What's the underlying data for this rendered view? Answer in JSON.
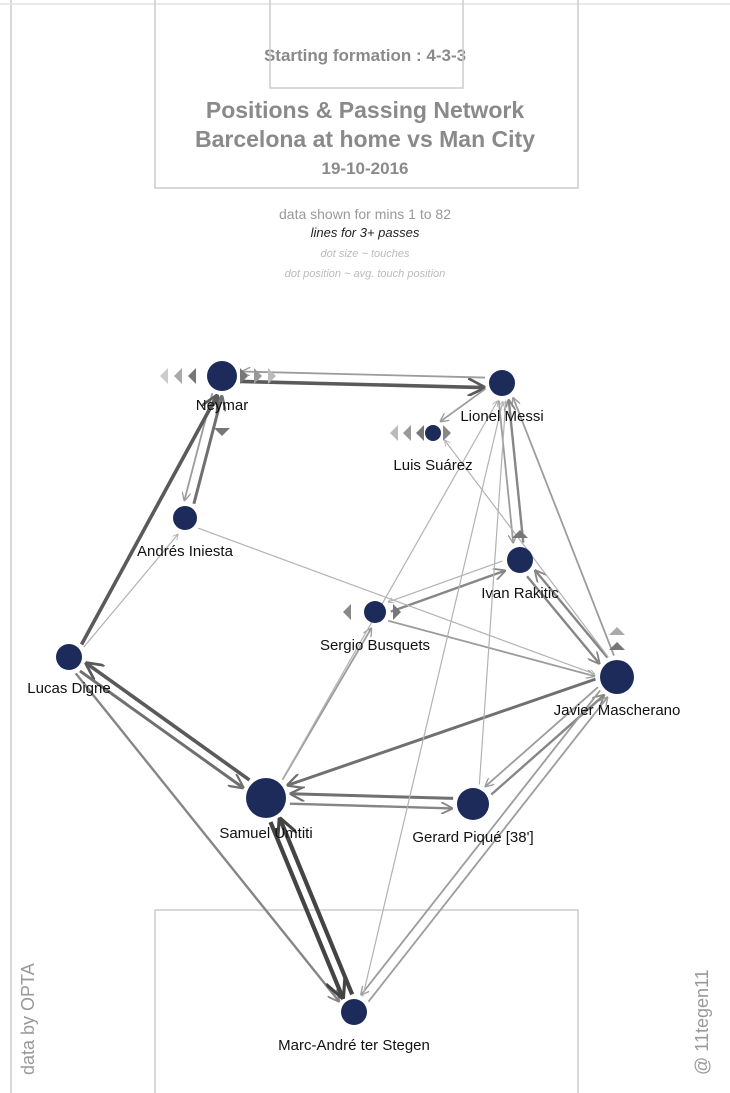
{
  "header": {
    "formation": "Starting formation : 4-3-3",
    "title_line1": "Positions & Passing Network",
    "title_line2": "Barcelona at home vs Man City",
    "date": "19-10-2016",
    "mins": "data shown for mins 1 to 82",
    "lines_note": "lines for 3+ passes",
    "dot_size_note": "dot size ~ touches",
    "dot_pos_note": "dot position ~ avg. touch position"
  },
  "credits": {
    "left": "data by OPTA",
    "right": "@ 11tegen11"
  },
  "colors": {
    "dot": "#1c2b5a",
    "line": "#555555",
    "text_gray": "#8a8a8a"
  },
  "players": [
    {
      "id": "neymar",
      "name": "Neymar"
    },
    {
      "id": "messi",
      "name": "Lionel Messi"
    },
    {
      "id": "suarez",
      "name": "Luis Suárez"
    },
    {
      "id": "iniesta",
      "name": "Andrés Iniesta"
    },
    {
      "id": "rakitic",
      "name": "Ivan Rakitic"
    },
    {
      "id": "busquets",
      "name": "Sergio Busquets"
    },
    {
      "id": "digne",
      "name": "Lucas Digne"
    },
    {
      "id": "mascherano",
      "name": "Javier Mascherano"
    },
    {
      "id": "umtiti",
      "name": "Samuel Umtiti"
    },
    {
      "id": "pique",
      "name": "Gerard Piqué [38']"
    },
    {
      "id": "terstegen",
      "name": "Marc-André ter Stegen"
    }
  ],
  "passes": [
    {
      "from": "neymar",
      "to": "messi",
      "w": 5
    },
    {
      "from": "messi",
      "to": "neymar",
      "w": 2
    },
    {
      "from": "iniesta",
      "to": "neymar",
      "w": 4
    },
    {
      "from": "neymar",
      "to": "iniesta",
      "w": 2
    },
    {
      "from": "digne",
      "to": "neymar",
      "w": 5
    },
    {
      "from": "digne",
      "to": "iniesta",
      "w": 1
    },
    {
      "from": "umtiti",
      "to": "digne",
      "w": 5
    },
    {
      "from": "digne",
      "to": "umtiti",
      "w": 4
    },
    {
      "from": "digne",
      "to": "terstegen",
      "w": 3
    },
    {
      "from": "umtiti",
      "to": "terstegen",
      "w": 6
    },
    {
      "from": "terstegen",
      "to": "umtiti",
      "w": 6
    },
    {
      "from": "umtiti",
      "to": "pique",
      "w": 3
    },
    {
      "from": "pique",
      "to": "umtiti",
      "w": 4
    },
    {
      "from": "mascherano",
      "to": "umtiti",
      "w": 4
    },
    {
      "from": "umtiti",
      "to": "busquets",
      "w": 2
    },
    {
      "from": "busquets",
      "to": "rakitic",
      "w": 3
    },
    {
      "from": "rakitic",
      "to": "busquets",
      "w": 1
    },
    {
      "from": "busquets",
      "to": "mascherano",
      "w": 2
    },
    {
      "from": "iniesta",
      "to": "mascherano",
      "w": 1
    },
    {
      "from": "rakitic",
      "to": "mascherano",
      "w": 3
    },
    {
      "from": "mascherano",
      "to": "rakitic",
      "w": 3
    },
    {
      "from": "mascherano",
      "to": "messi",
      "w": 2
    },
    {
      "from": "rakitic",
      "to": "messi",
      "w": 3
    },
    {
      "from": "messi",
      "to": "rakitic",
      "w": 2
    },
    {
      "from": "pique",
      "to": "mascherano",
      "w": 3
    },
    {
      "from": "mascherano",
      "to": "pique",
      "w": 2
    },
    {
      "from": "terstegen",
      "to": "mascherano",
      "w": 2
    },
    {
      "from": "mascherano",
      "to": "terstegen",
      "w": 2
    },
    {
      "from": "pique",
      "to": "messi",
      "w": 1
    },
    {
      "from": "messi",
      "to": "suarez",
      "w": 2
    },
    {
      "from": "terstegen",
      "to": "messi",
      "w": 1
    },
    {
      "from": "mascherano",
      "to": "suarez",
      "w": 1
    },
    {
      "from": "umtiti",
      "to": "messi",
      "w": 1
    }
  ]
}
